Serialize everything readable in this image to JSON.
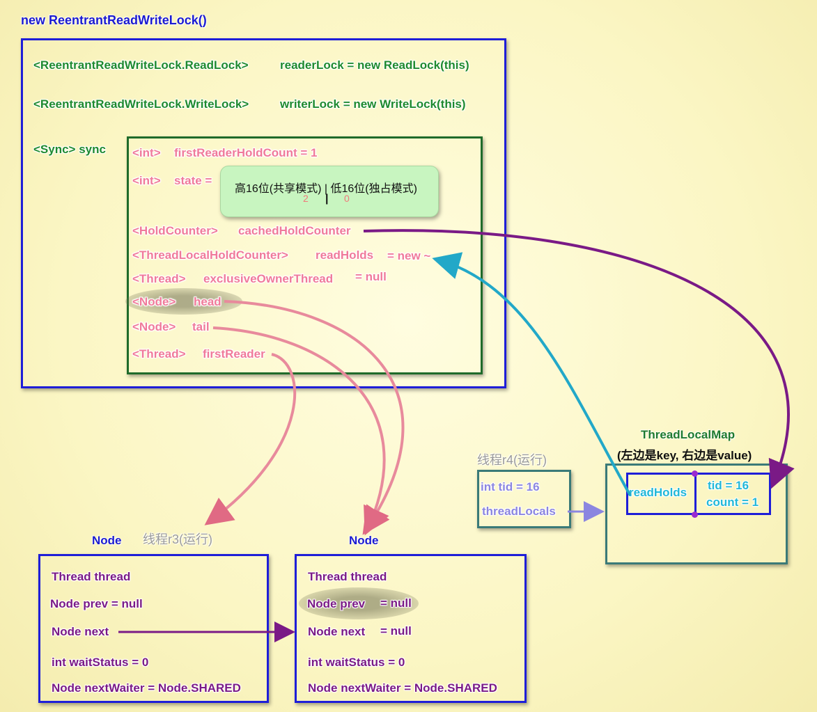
{
  "title": "new ReentrantReadWriteLock()",
  "main": {
    "reader_type": "<ReentrantReadWriteLock.ReadLock>",
    "reader_decl": "readerLock = new ReadLock(this)",
    "writer_type": "<ReentrantReadWriteLock.WriteLock>",
    "writer_decl": "writerLock = new WriteLock(this)",
    "sync_label": "<Sync> sync"
  },
  "sync": {
    "first_reader_hold_count_type": "<int>",
    "first_reader_hold_count": "firstReaderHoldCount = 1",
    "state_type": "<int>",
    "state_label": "state =",
    "state_header": "高16位(共享模式) | 低16位(独占模式)",
    "state_high": "2",
    "state_sep": "|",
    "state_low": "0",
    "cached_type": "<HoldCounter>",
    "cached_name": "cachedHoldCounter",
    "read_holds_type": "<ThreadLocalHoldCounter>",
    "read_holds_name": "readHolds",
    "read_holds_value": "= new ~",
    "owner_type": "<Thread>",
    "owner_name": "exclusiveOwnerThread",
    "owner_value": "= null",
    "head_type": "<Node>",
    "head_name": "head",
    "tail_type": "<Node>",
    "tail_name": "tail",
    "first_reader_type": "<Thread>",
    "first_reader_name": "firstReader"
  },
  "thread_r4": {
    "label": "线程r4(运行)",
    "tid": "int tid = 16",
    "thread_locals": "threadLocals"
  },
  "thread_local_map": {
    "title": "ThreadLocalMap",
    "subtitle": "(左边是key, 右边是value)",
    "key": "readHolds",
    "tid": "tid = 16",
    "count": "count = 1"
  },
  "node_left": {
    "header": "Node",
    "thread_label": "线程r3(运行)",
    "field_thread": "Thread thread",
    "field_prev": "Node prev = null",
    "field_next": "Node next",
    "field_wait": "int waitStatus = 0",
    "field_next_waiter": "Node nextWaiter = Node.SHARED"
  },
  "node_right": {
    "header": "Node",
    "field_thread": "Thread thread",
    "field_prev": "Node prev",
    "field_prev_value": "= null",
    "field_next": "Node next",
    "field_next_value": "= null",
    "field_wait": "int waitStatus = 0",
    "field_next_waiter": "Node nextWaiter = Node.SHARED"
  },
  "colors": {
    "blue_border": "#1e1ed8",
    "green_border": "#1f6b2a",
    "pink_text": "#f07a9a",
    "purple_text": "#7a1a86",
    "state_fill": "#c8f5c0"
  }
}
